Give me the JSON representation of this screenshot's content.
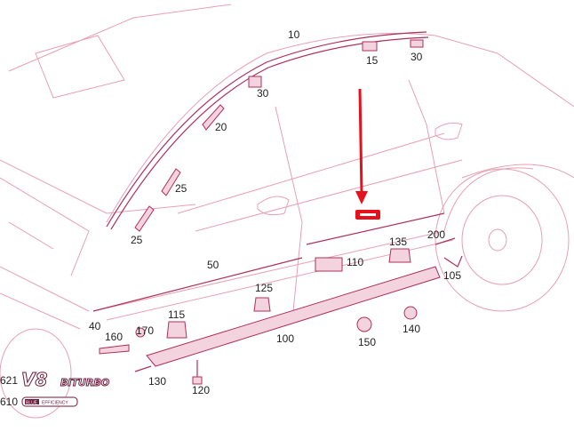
{
  "diagram": {
    "callouts": [
      {
        "id": "c10",
        "text": "10"
      },
      {
        "id": "c15",
        "text": "15"
      },
      {
        "id": "c30a",
        "text": "30"
      },
      {
        "id": "c30b",
        "text": "30"
      },
      {
        "id": "c20",
        "text": "20"
      },
      {
        "id": "c25a",
        "text": "25"
      },
      {
        "id": "c25b",
        "text": "25"
      },
      {
        "id": "c50",
        "text": "50"
      },
      {
        "id": "c110",
        "text": "110"
      },
      {
        "id": "c135",
        "text": "135"
      },
      {
        "id": "c200",
        "text": "200"
      },
      {
        "id": "c105",
        "text": "105"
      },
      {
        "id": "c125",
        "text": "125"
      },
      {
        "id": "c115",
        "text": "115"
      },
      {
        "id": "c40",
        "text": "40"
      },
      {
        "id": "c160",
        "text": "160"
      },
      {
        "id": "c170",
        "text": "170"
      },
      {
        "id": "c100",
        "text": "100"
      },
      {
        "id": "c150",
        "text": "150"
      },
      {
        "id": "c140",
        "text": "140"
      },
      {
        "id": "c130",
        "text": "130"
      },
      {
        "id": "c120",
        "text": "120"
      },
      {
        "id": "c621",
        "text": "621"
      },
      {
        "id": "c610",
        "text": "610"
      }
    ],
    "badges": {
      "v8_badge": "V8",
      "biturbo_badge": "BITURBO",
      "blue_badge": "BLUE",
      "efficiency_badge": "EFFICIENCY"
    },
    "highlight": {
      "color": "#e8101c",
      "arrow": "red-arrow-down"
    },
    "colors": {
      "outline": "#e8a0b4",
      "part": "#b0305a"
    }
  }
}
